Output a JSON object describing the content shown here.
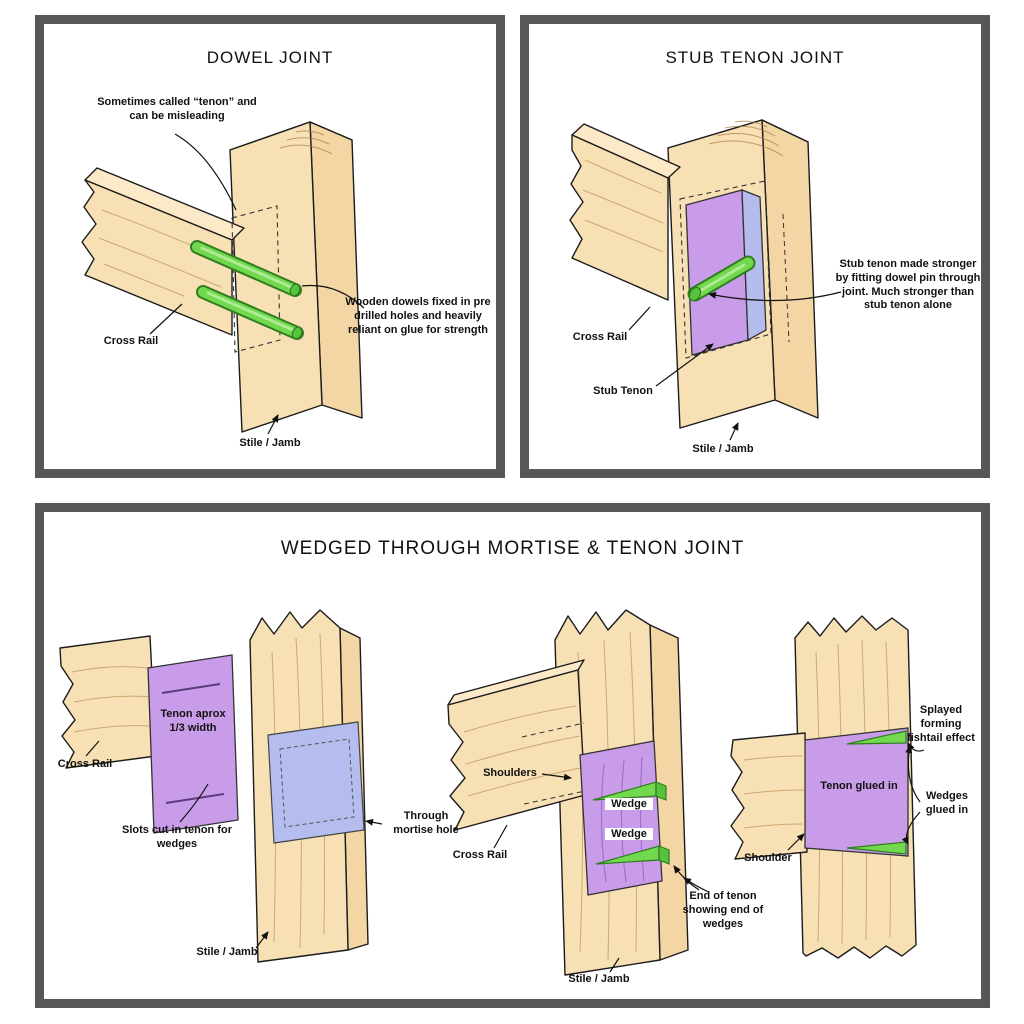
{
  "colors": {
    "frame": "#57575a",
    "wood": "#f8e0b5",
    "wood_top": "#fbe9c8",
    "wood_side": "#f3d6a4",
    "tenon_purple": "#c99ce9",
    "mortise_blue": "#b5bdee",
    "dowel_green": "#72d84e"
  },
  "panels": {
    "dowel": {
      "title": "DOWEL JOINT",
      "note_misleading": "Sometimes called “tenon” and can be misleading",
      "label_cross_rail": "Cross Rail",
      "note_dowels": "Wooden dowels fixed in pre drilled holes and heavily reliant on glue for strength",
      "label_stile_jamb": "Stile / Jamb"
    },
    "stub": {
      "title": "STUB TENON JOINT",
      "label_cross_rail": "Cross Rail",
      "label_stub_tenon": "Stub Tenon",
      "label_stile_jamb": "Stile / Jamb",
      "note_dowel_pin": "Stub tenon made stronger by fitting dowel pin through joint. Much stronger than stub tenon alone"
    },
    "wedged": {
      "title": "WEDGED THROUGH MORTISE & TENON JOINT",
      "fig_exploded": {
        "label_cross_rail": "Cross Rail",
        "tenon_label": "Tenon aprox 1/3 width",
        "note_slots": "Slots cut in tenon for wedges",
        "note_mortise": "Through mortise hole",
        "label_stile_jamb": "Stile / Jamb"
      },
      "fig_assembled": {
        "label_shoulders": "Shoulders",
        "label_cross_rail": "Cross Rail",
        "label_wedge_top": "Wedge",
        "label_wedge_bottom": "Wedge",
        "note_end": "End of tenon showing end of wedges",
        "label_stile_jamb": "Stile / Jamb"
      },
      "fig_front": {
        "note_splayed": "Splayed forming fishtail effect",
        "label_tenon_glued": "Tenon glued in",
        "note_wedges_glued": "Wedges glued in",
        "label_shoulder": "Shoulder"
      }
    }
  }
}
